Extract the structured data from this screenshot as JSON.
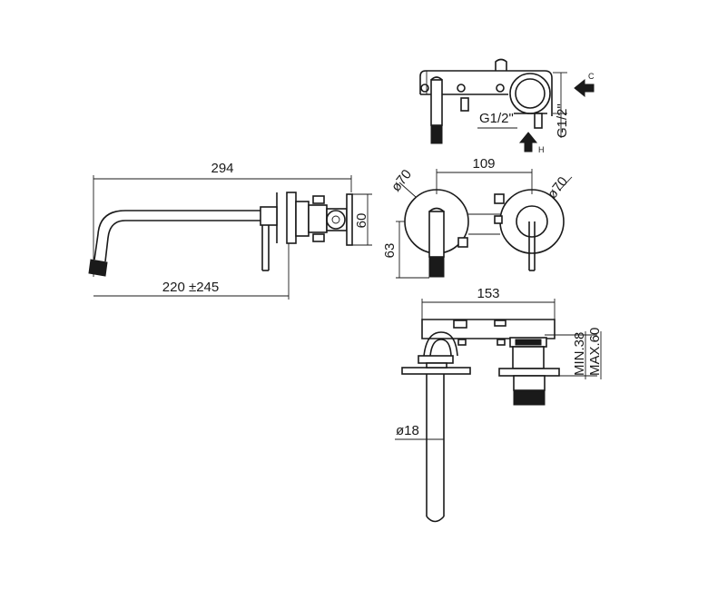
{
  "side_view": {
    "dim_total_length": "294",
    "dim_height": "60",
    "dim_projection": "220 ±245"
  },
  "top_view": {
    "thread_inlet": "G1/2\"",
    "thread_outlet": "G1/2\"",
    "cold_label": "C",
    "hot_label": "H"
  },
  "front_view": {
    "dim_centers": "109",
    "dim_left_plate": "ø70",
    "dim_right_plate": "ø70",
    "dim_height": "63"
  },
  "bottom_view": {
    "dim_body_width": "153",
    "dim_wall_min": "MIN.38",
    "dim_wall_max": "MAX.60",
    "dim_spout_diameter": "ø18"
  }
}
